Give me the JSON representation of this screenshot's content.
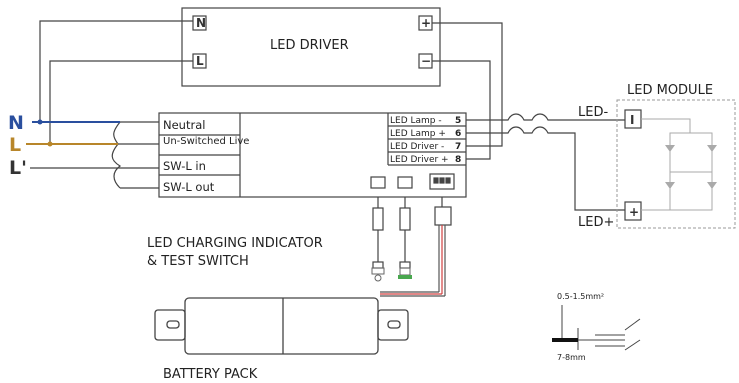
{
  "driver": {
    "title": "LED DRIVER",
    "n_label": "N",
    "l_label": "L",
    "plus_label": "+",
    "minus_label": "−"
  },
  "module": {
    "title": "LED MODULE",
    "minus_label": "LED-",
    "plus_label": "LED+",
    "term_minus": "I",
    "term_plus": "+"
  },
  "mains": {
    "n": {
      "label": "N",
      "color": "#2a4f9e"
    },
    "l": {
      "label": "L",
      "color": "#b8862a"
    },
    "l_switched": {
      "label": "L'",
      "color": "#333333"
    }
  },
  "emergency": {
    "inputs": [
      "Neutral",
      "Un-Switched Live",
      "SW-L in",
      "SW-L out"
    ],
    "outputs": [
      {
        "label": "LED Lamp -",
        "pin": "5"
      },
      {
        "label": "LED Lamp +",
        "pin": "6"
      },
      {
        "label": "LED Driver -",
        "pin": "7"
      },
      {
        "label": "LED Driver +",
        "pin": "8"
      }
    ]
  },
  "indicator": {
    "line1": "LED CHARGING INDICATOR",
    "line2": "& TEST SWITCH"
  },
  "battery": {
    "label": "BATTERY PACK"
  },
  "wire_spec": {
    "cross_section": "0.5-1.5mm²",
    "strip_length": "7-8mm"
  }
}
